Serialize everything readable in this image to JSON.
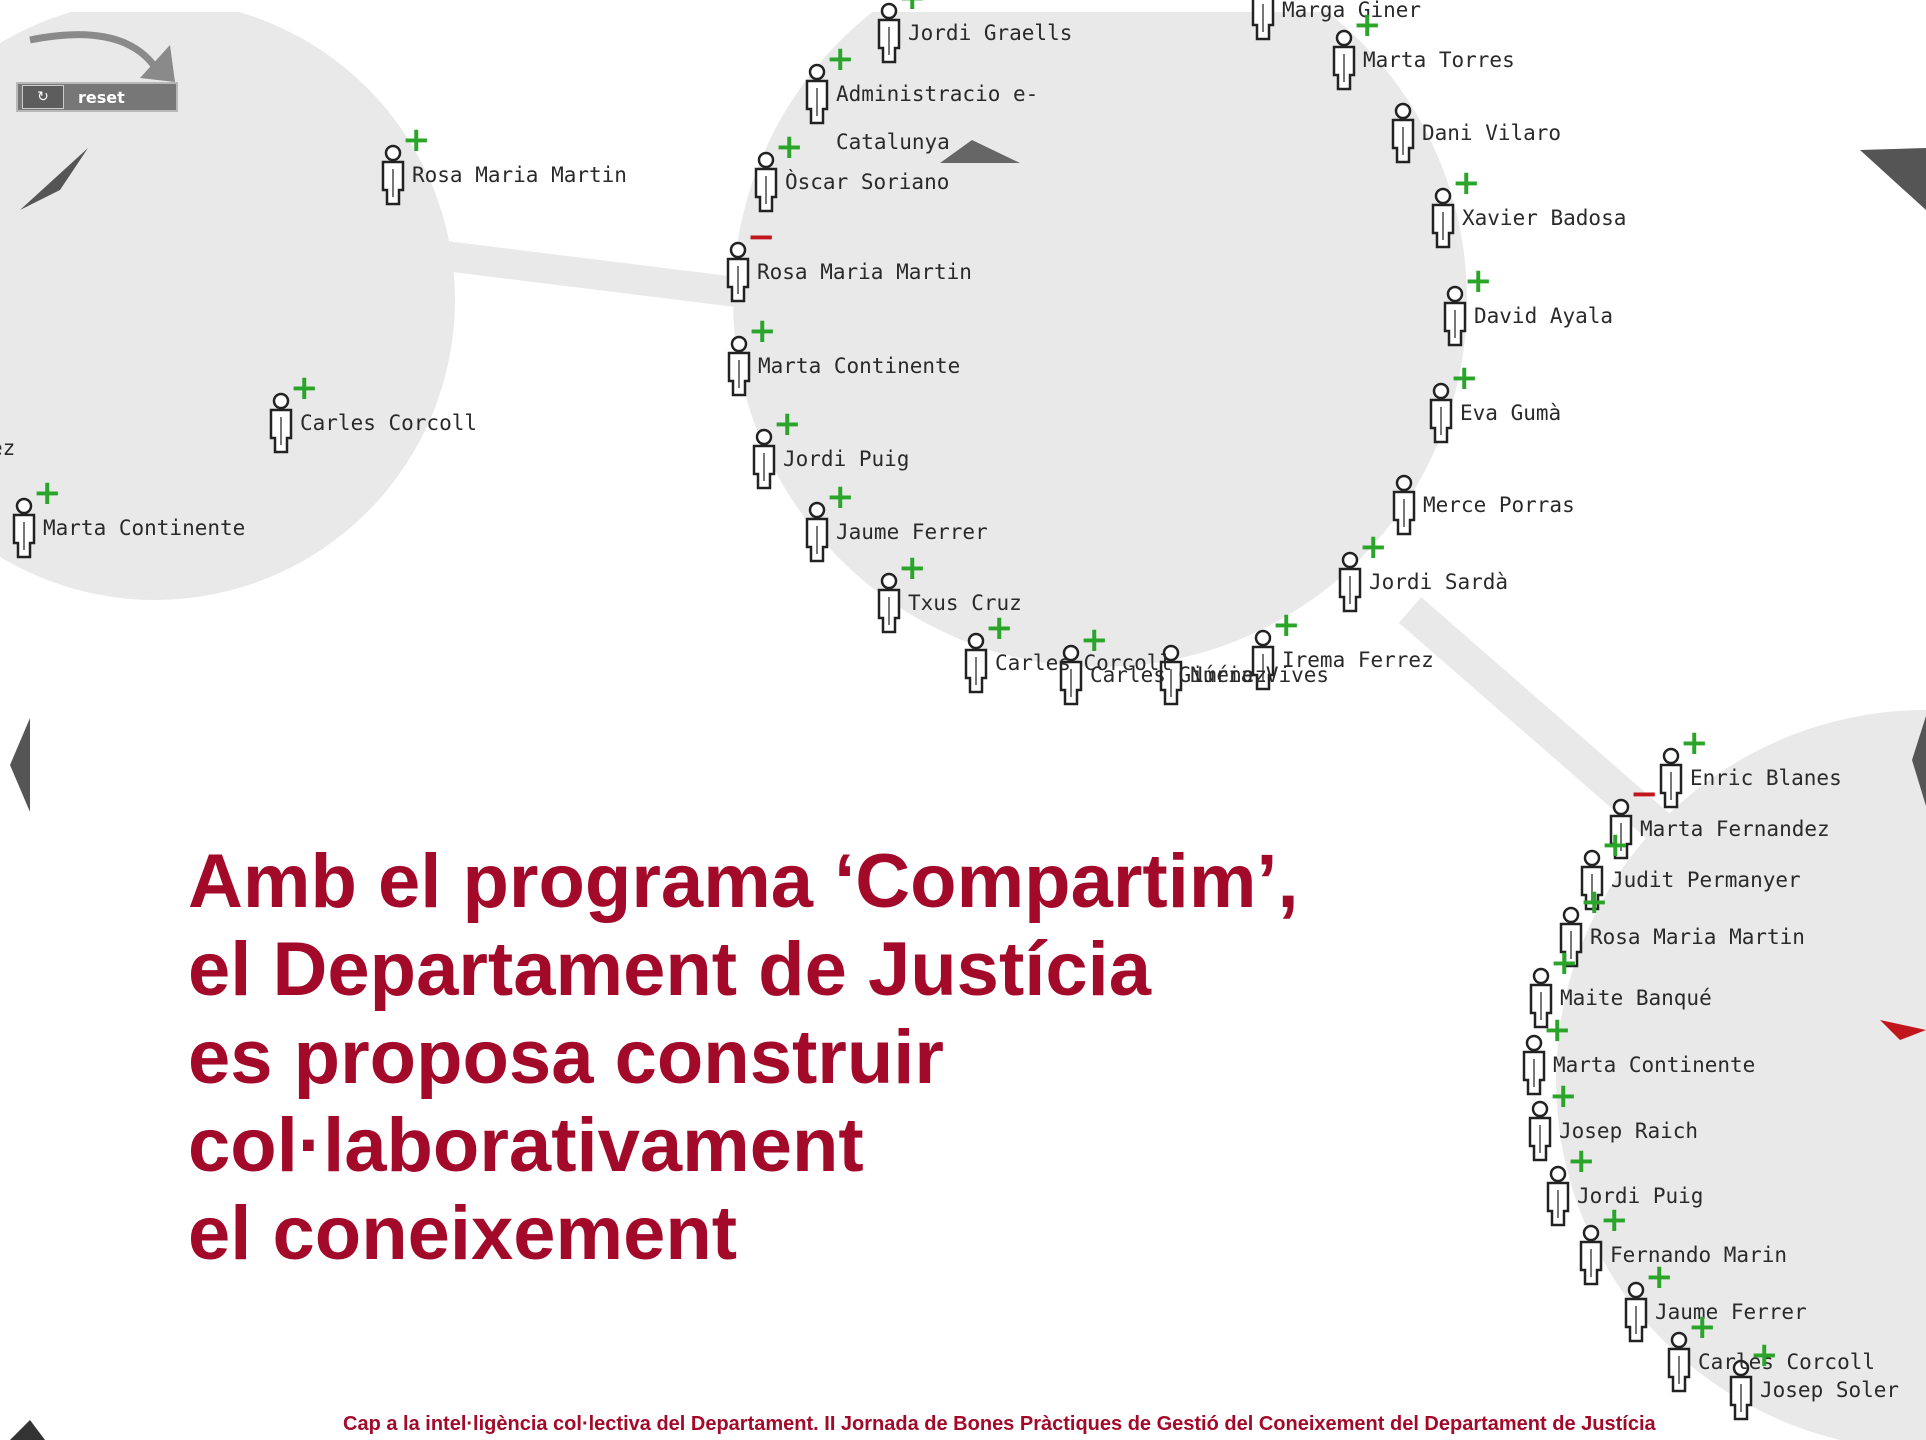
{
  "toolbar": {
    "reset_label": "reset",
    "reset_icon": "refresh-icon"
  },
  "colors": {
    "headline": "#a30a2a",
    "plus": "#2aa52a",
    "minus": "#c0161c",
    "circle": "#e9e9e9"
  },
  "icons": {
    "nav_arrows": "triangle-arrow-icon",
    "node": "person-icon",
    "expand": "plus-icon",
    "collapse": "minus-icon"
  },
  "left_cluster": [
    {
      "name": "Rosa Maria Martin",
      "mark": "+"
    },
    {
      "name": "Carles Corcoll",
      "mark": "+"
    },
    {
      "name": "Marta Continente",
      "mark": "+"
    },
    {
      "name": "ez",
      "mark": ""
    }
  ],
  "center_cluster": [
    {
      "name": "Jordi Graells",
      "mark": "+"
    },
    {
      "name": "Marga Giner",
      "mark": ""
    },
    {
      "name": "Marta Torres",
      "mark": "+"
    },
    {
      "name": "Administracio e-",
      "mark": "+"
    },
    {
      "name": "Catalunya",
      "mark": ""
    },
    {
      "name": "Dani Vilaro",
      "mark": ""
    },
    {
      "name": "Òscar Soriano",
      "mark": "+"
    },
    {
      "name": "Xavier Badosa",
      "mark": "+"
    },
    {
      "name": "Rosa Maria Martin",
      "mark": "−"
    },
    {
      "name": "David Ayala",
      "mark": "+"
    },
    {
      "name": "Marta Continente",
      "mark": "+"
    },
    {
      "name": "Eva Gumà",
      "mark": "+"
    },
    {
      "name": "Jordi Puig",
      "mark": "+"
    },
    {
      "name": "Merce Porras",
      "mark": ""
    },
    {
      "name": "Jaume Ferrer",
      "mark": "+"
    },
    {
      "name": "Jordi Sardà",
      "mark": "+"
    },
    {
      "name": "Txus Cruz",
      "mark": "+"
    },
    {
      "name": "Irema Ferrez",
      "mark": "+"
    },
    {
      "name": "Carles Corcoll",
      "mark": "+"
    },
    {
      "name": "Carles Giménez",
      "mark": "+"
    },
    {
      "name": "Núria Vives",
      "mark": ""
    }
  ],
  "right_cluster": [
    {
      "name": "Enric Blanes",
      "mark": "+"
    },
    {
      "name": "Marta Fernandez",
      "mark": "−"
    },
    {
      "name": "Judit Permanyer",
      "mark": "+"
    },
    {
      "name": "Rosa Maria Martin",
      "mark": "+"
    },
    {
      "name": "Maite Banqué",
      "mark": "+"
    },
    {
      "name": "Marta Continente",
      "mark": "+"
    },
    {
      "name": "Josep Raich",
      "mark": "+"
    },
    {
      "name": "Jordi Puig",
      "mark": "+"
    },
    {
      "name": "Fernando Marin",
      "mark": "+"
    },
    {
      "name": "Jaume Ferrer",
      "mark": "+"
    },
    {
      "name": "Carles Corcoll",
      "mark": "+"
    },
    {
      "name": "Josep Soler",
      "mark": "+"
    }
  ],
  "headline": {
    "line1": "Amb el programa ‘Compartim’,",
    "line2": "el Departament de Justícia",
    "line3": "es proposa construir",
    "line4": "col·laborativament",
    "line5": "el coneixement"
  },
  "footer": "Cap a la intel·ligència col·lectiva del Departament. II Jornada de Bones Pràctiques de Gestió del Coneixement del Departament de Justícia"
}
